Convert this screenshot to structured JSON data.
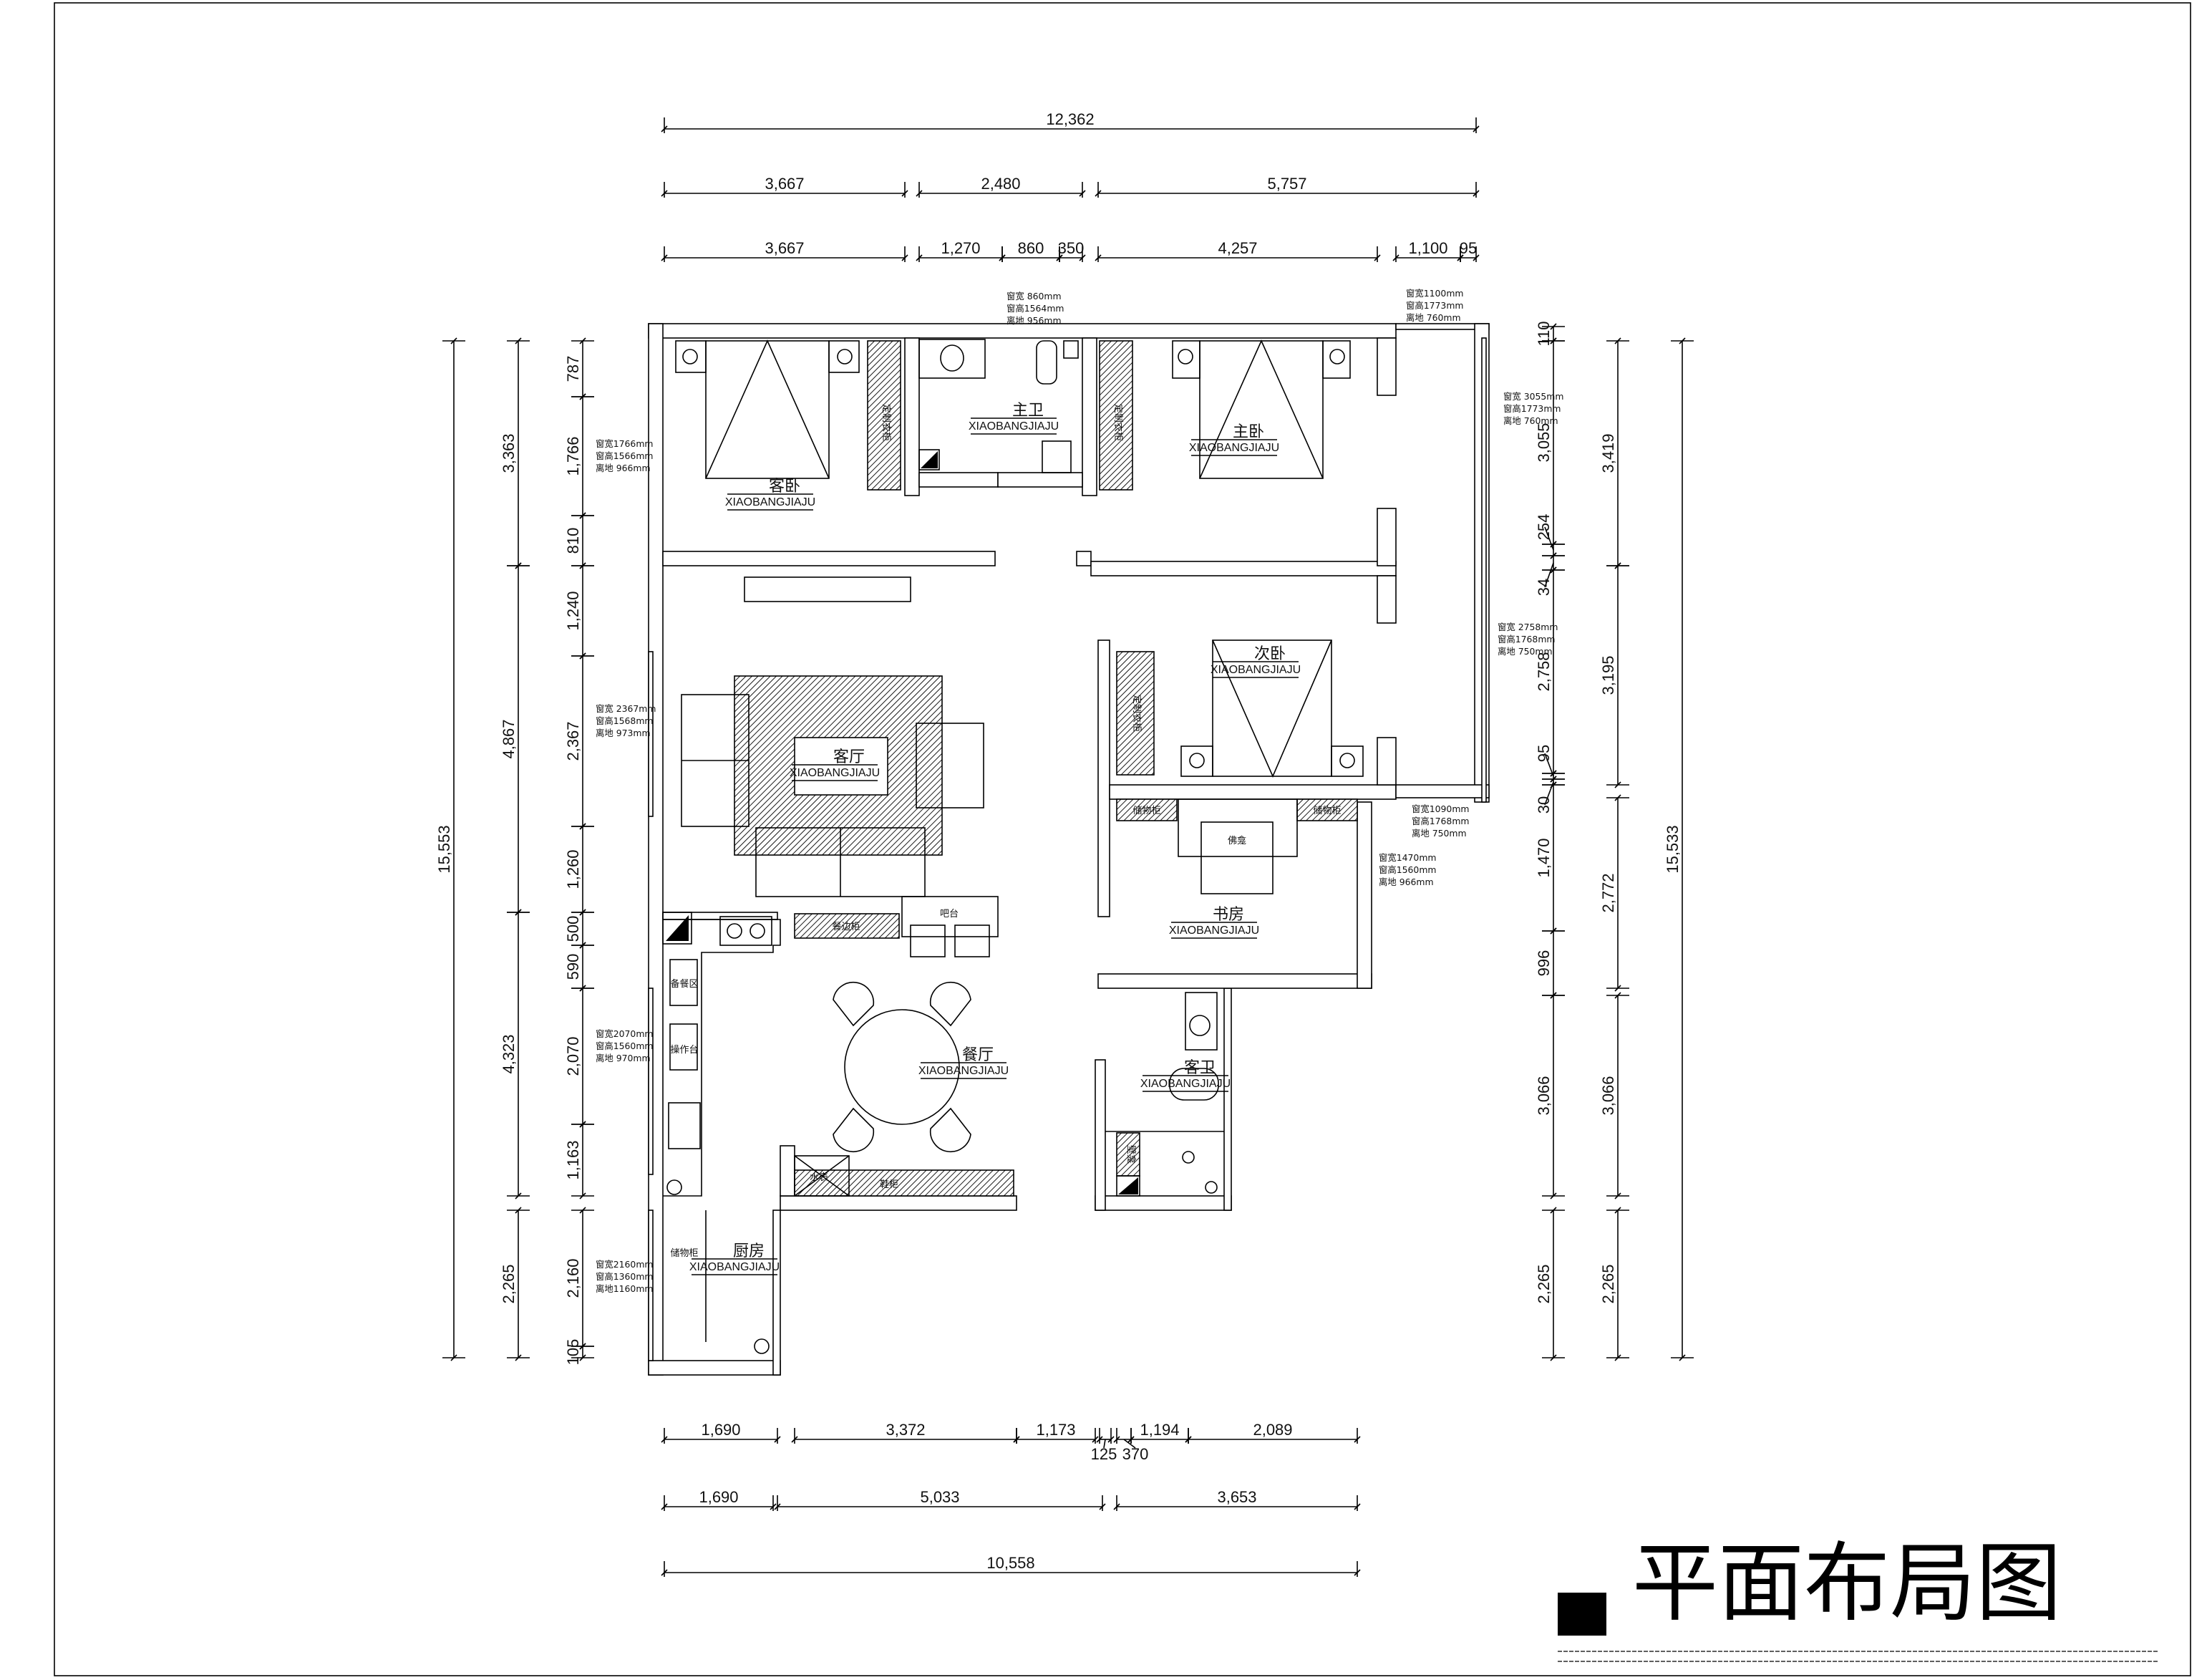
{
  "title": "平面布局图",
  "rooms": [
    {
      "name_cn": "客卧",
      "name_en": "XIAOBANGJIAJU"
    },
    {
      "name_cn": "主卫",
      "name_en": "XIAOBANGJIAJU"
    },
    {
      "name_cn": "主卧",
      "name_en": "XIAOBANGJIAJU"
    },
    {
      "name_cn": "次卧",
      "name_en": "XIAOBANGJIAJU"
    },
    {
      "name_cn": "客厅",
      "name_en": "XIAOBANGJIAJU"
    },
    {
      "name_cn": "书房",
      "name_en": "XIAOBANGJIAJU"
    },
    {
      "name_cn": "餐厅",
      "name_en": "XIAOBANGJIAJU"
    },
    {
      "name_cn": "客卫",
      "name_en": "XIAOBANGJIAJU"
    },
    {
      "name_cn": "厨房",
      "name_en": "XIAOBANGJIAJU"
    }
  ],
  "furniture_labels": [
    "定制衣柜",
    "定制衣柜",
    "定制衣柜",
    "储物柜",
    "储物柜",
    "佛龛",
    "餐边柜",
    "吧台",
    "备餐区",
    "操作台",
    "鞋柜",
    "水表",
    "储物柜",
    "壁龛"
  ],
  "window_notes": [
    [
      "窗宽 860mm",
      "窗高1564mm",
      "离地 956mm"
    ],
    [
      "窗宽1100mm",
      "窗高1773mm",
      "离地 760mm"
    ],
    [
      "窗宽 3055mm",
      "窗高1773mm",
      "离地 760mm"
    ],
    [
      "窗宽1766mm",
      "窗高1566mm",
      "离地 966mm"
    ],
    [
      "窗宽 2758mm",
      "窗高1768mm",
      "离地 750mm"
    ],
    [
      "窗宽 2367mm",
      "窗高1568mm",
      "离地 973mm"
    ],
    [
      "窗宽1090mm",
      "窗高1768mm",
      "离地 750mm"
    ],
    [
      "窗宽1470mm",
      "窗高1560mm",
      "离地 966mm"
    ],
    [
      "窗宽2070mm",
      "窗高1560mm",
      "离地 970mm"
    ],
    [
      "窗宽2160mm",
      "窗高1360mm",
      "离地1160mm"
    ]
  ],
  "dimensions": {
    "top_total": [
      "12,362"
    ],
    "top_row2": [
      "3,667",
      "2,480",
      "5,757"
    ],
    "top_row3": [
      "3,667",
      "1,270",
      "860",
      "350",
      "4,257",
      "1,100",
      "95"
    ],
    "left_total": [
      "15,553"
    ],
    "left_row2": [
      "3,363",
      "4,867",
      "4,323",
      "2,265"
    ],
    "left_row3": [
      "787",
      "1,766",
      "810",
      "1,240",
      "2,367",
      "1,260",
      "500",
      "590",
      "2,070",
      "1,163",
      "2,160",
      "105"
    ],
    "right_row1": [
      "110",
      "3,055",
      "254",
      "34",
      "2,758",
      "95",
      "30",
      "1,470",
      "996",
      "3,066",
      "2,265"
    ],
    "right_row2": [
      "3,419",
      "3,195",
      "2,772",
      "3,066",
      "2,265"
    ],
    "right_total": [
      "15,533"
    ],
    "bottom_row1": [
      "1,690",
      "3,372",
      "1,173",
      "125",
      "370",
      "1,194",
      "2,089"
    ],
    "bottom_row2": [
      "1,690",
      "5,033",
      "3,653"
    ],
    "bottom_total": [
      "10,558"
    ]
  }
}
